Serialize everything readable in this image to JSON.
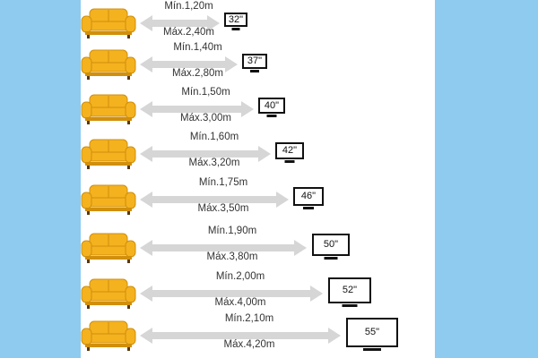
{
  "colors": {
    "background": "#8ecbef",
    "panel": "#ffffff",
    "sofa": "#f4b21f",
    "sofa_shadow": "#d18f0c",
    "arrow": "#d6d6d6",
    "tv_frame": "#111111"
  },
  "icons": {
    "couch": "sofa-icon",
    "tv": "television-icon",
    "arrow": "double-arrow-icon"
  },
  "rows": [
    {
      "min": "Mín.1,20m",
      "max": "Máx.2,40m",
      "tv": "32\""
    },
    {
      "min": "Mín.1,40m",
      "max": "Máx.2,80m",
      "tv": "37\""
    },
    {
      "min": "Mín.1,50m",
      "max": "Máx.3,00m",
      "tv": "40\""
    },
    {
      "min": "Mín.1,60m",
      "max": "Máx.3,20m",
      "tv": "42\""
    },
    {
      "min": "Mín.1,75m",
      "max": "Máx.3,50m",
      "tv": "46\""
    },
    {
      "min": "Mín.1,90m",
      "max": "Máx.3,80m",
      "tv": "50\""
    },
    {
      "min": "Mín.2,00m",
      "max": "Máx.4,00m",
      "tv": "52\""
    },
    {
      "min": "Mín.2,10m",
      "max": "Máx.4,20m",
      "tv": "55\""
    }
  ]
}
